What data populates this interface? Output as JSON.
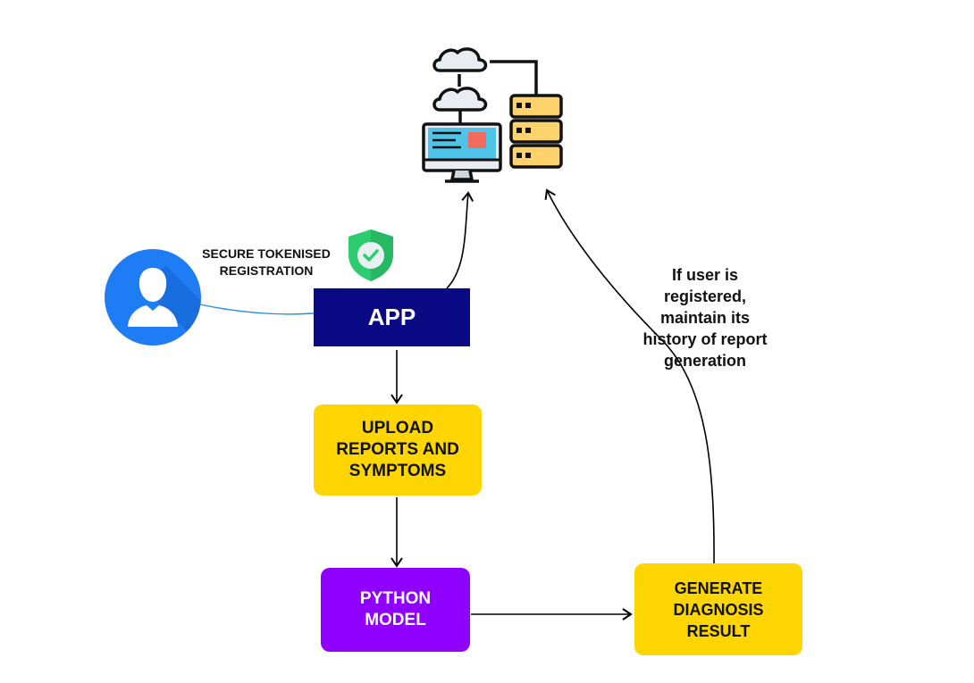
{
  "nodes": {
    "app": "APP",
    "upload": "UPLOAD\nREPORTS AND\nSYMPTOMS",
    "python": "PYTHON\nMODEL",
    "generate": "GENERATE\nDIAGNOSIS\nRESULT"
  },
  "labels": {
    "registration": "SECURE TOKENISED\nREGISTRATION",
    "history": "If user is\nregistered,\nmaintain its\nhistory of report\ngeneration"
  },
  "icons": {
    "user": "user-avatar-icon",
    "shield": "shield-check-icon",
    "server": "cloud-server-computer-icon"
  },
  "colors": {
    "app": "#0a0a84",
    "upload": "#ffd500",
    "python": "#8f00ff",
    "generate": "#ffd500",
    "user": "#1e7cf5",
    "shield": "#2ecc71"
  }
}
